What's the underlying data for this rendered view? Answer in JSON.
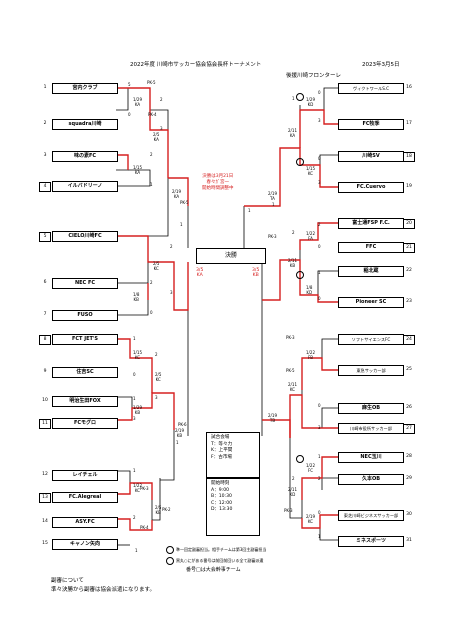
{
  "header": {
    "title": "2022年度 川崎市サッカー協会協会長杯トーナメント",
    "date": "2023年3月5日",
    "sponsor": "後援川崎フロンターレ"
  },
  "left_teams": [
    {
      "num": "1",
      "name": "宮内クラブ"
    },
    {
      "num": "2",
      "name": "squadra川崎"
    },
    {
      "num": "3",
      "name": "味の素FC"
    },
    {
      "num": "4",
      "name": "イルバドリーノ"
    },
    {
      "num": "5",
      "name": "CIELO川崎FC"
    },
    {
      "num": "6",
      "name": "NEC FC"
    },
    {
      "num": "7",
      "name": "FUSO"
    },
    {
      "num": "8",
      "name": "FCT JET'S"
    },
    {
      "num": "9",
      "name": "住吉SC"
    },
    {
      "num": "10",
      "name": "明治生田FOX"
    },
    {
      "num": "11",
      "name": "FCモグロ"
    },
    {
      "num": "12",
      "name": "レイチェル"
    },
    {
      "num": "13",
      "name": "FC.Alegreal"
    },
    {
      "num": "14",
      "name": "ASY.FC"
    },
    {
      "num": "15",
      "name": "キャノン矢向"
    }
  ],
  "right_teams": [
    {
      "num": "16",
      "name": "ヴィクトワールS.C"
    },
    {
      "num": "17",
      "name": "FC牧季"
    },
    {
      "num": "18",
      "name": "川崎SV"
    },
    {
      "num": "19",
      "name": "FC.Cuervo"
    },
    {
      "num": "20",
      "name": "富士通FSP F.C."
    },
    {
      "num": "21",
      "name": "FFC"
    },
    {
      "num": "22",
      "name": "稲北蔵"
    },
    {
      "num": "23",
      "name": "Pioneer SC"
    },
    {
      "num": "24",
      "name": "ソフトサイエンスFC"
    },
    {
      "num": "25",
      "name": "東急サッカー部"
    },
    {
      "num": "26",
      "name": "麻生OB"
    },
    {
      "num": "27",
      "name": "川崎市役所サッカー部"
    },
    {
      "num": "28",
      "name": "NEC玉川"
    },
    {
      "num": "29",
      "name": "久本OB"
    },
    {
      "num": "30",
      "name": "東芝川崎ビジネスサッカー部"
    },
    {
      "num": "31",
      "name": "ミネスポーツ"
    }
  ],
  "match_notes": {
    "l1": "1/29\nKA",
    "l2": "2/5\nKA",
    "l3": "1/15\nKA",
    "l4": "2/19\nKA",
    "l5": "2/5\nKC",
    "l6": "1/8\nKB",
    "l7": "1/15\nKC",
    "l8": "2/5\nKC",
    "l9": "1/29\nKB",
    "l10": "2/19\nKB",
    "l11": "1/22\nKC",
    "l12": "2/5\nKB",
    "r1": "1/29\nKD",
    "r2": "2/11\nKA",
    "r3": "1/15\nKC",
    "r4": "2/19\nTA",
    "r5": "1/22\nFA",
    "r6": "2/11\nKB",
    "r7": "1/8\nKD",
    "r8": "1/22\nFB",
    "r9": "2/11\nKC",
    "r10": "2/19\nTB",
    "r11": "1/22\nFC",
    "r12": "2/11\nKD",
    "r13": "2/19\nKC"
  },
  "scores": {
    "l1a": "PK-5",
    "l1b": "2",
    "l2a": "5",
    "l2b": "0",
    "l3a": "PK-4",
    "l3b": "3",
    "l4a": "2",
    "l4b": "1",
    "l5a": "1",
    "l5b": "2",
    "l6a": "2",
    "l6b": "0",
    "l7a": "3",
    "l7b": "1",
    "l8a": "2",
    "l8b": "0",
    "l9a": "1",
    "l9b": "3",
    "l10a": "PK-3",
    "l10b": "1",
    "l11a": "3",
    "l11b": "1",
    "l12a": "PK-4",
    "l12b": "2",
    "l13a": "PK-6",
    "l13b": "1",
    "l14a": "PK-2",
    "l14b": "1",
    "l15a": "1",
    "l15b": "0",
    "r1a": "0",
    "r1b": "3",
    "r2a": "1",
    "r2b": "1",
    "r3a": "0",
    "r3b": "3",
    "r4a": "PK-5",
    "r4b": "1",
    "r5a": "PK-3",
    "r5b": "2",
    "r6a": "2",
    "r6b": "0",
    "r7a": "1",
    "r7b": "0",
    "r8a": "2",
    "r8b": "1",
    "r9a": "PK-3",
    "r9b": "PK-5",
    "r10a": "0",
    "r10b": "3",
    "r11a": "1",
    "r11b": "2",
    "r12a": "2",
    "r12b": "0",
    "r13a": "0",
    "r13b": "1",
    "r14a": "PK-3",
    "r14b": "1"
  },
  "semis": {
    "left_top": "PK-5",
    "left_bottom": "PK-6",
    "right_top": "1",
    "right_bottom": "1"
  },
  "final": {
    "label": "決勝",
    "note": "決勝は3月21日\n春々ｶﾞ宮一\n開始時間調整中",
    "left_date": "3/5\nKA",
    "right_date": "3/5\nKB"
  },
  "venue_box": {
    "heading": "試合会場",
    "lines": [
      "T：等々力",
      "K：上平間",
      "F：古市場"
    ]
  },
  "time_box": {
    "heading": "開始時刻",
    "lines": [
      "A：9:00",
      "B：10:30",
      "C：12:00",
      "D：13:30"
    ]
  },
  "legend": {
    "item1": "準一回定副審担当。相手チームは第3回主副審担当",
    "item2": "黒丸○にがある番号は前回前回いる全て副審派遣",
    "item3": "番号□は大会幹事チーム"
  },
  "footer": {
    "line1": "副審について",
    "line2": "準々決勝から副審は協会派遣になります。"
  },
  "colors": {
    "winner_line": "#d62020",
    "line": "#000000"
  }
}
